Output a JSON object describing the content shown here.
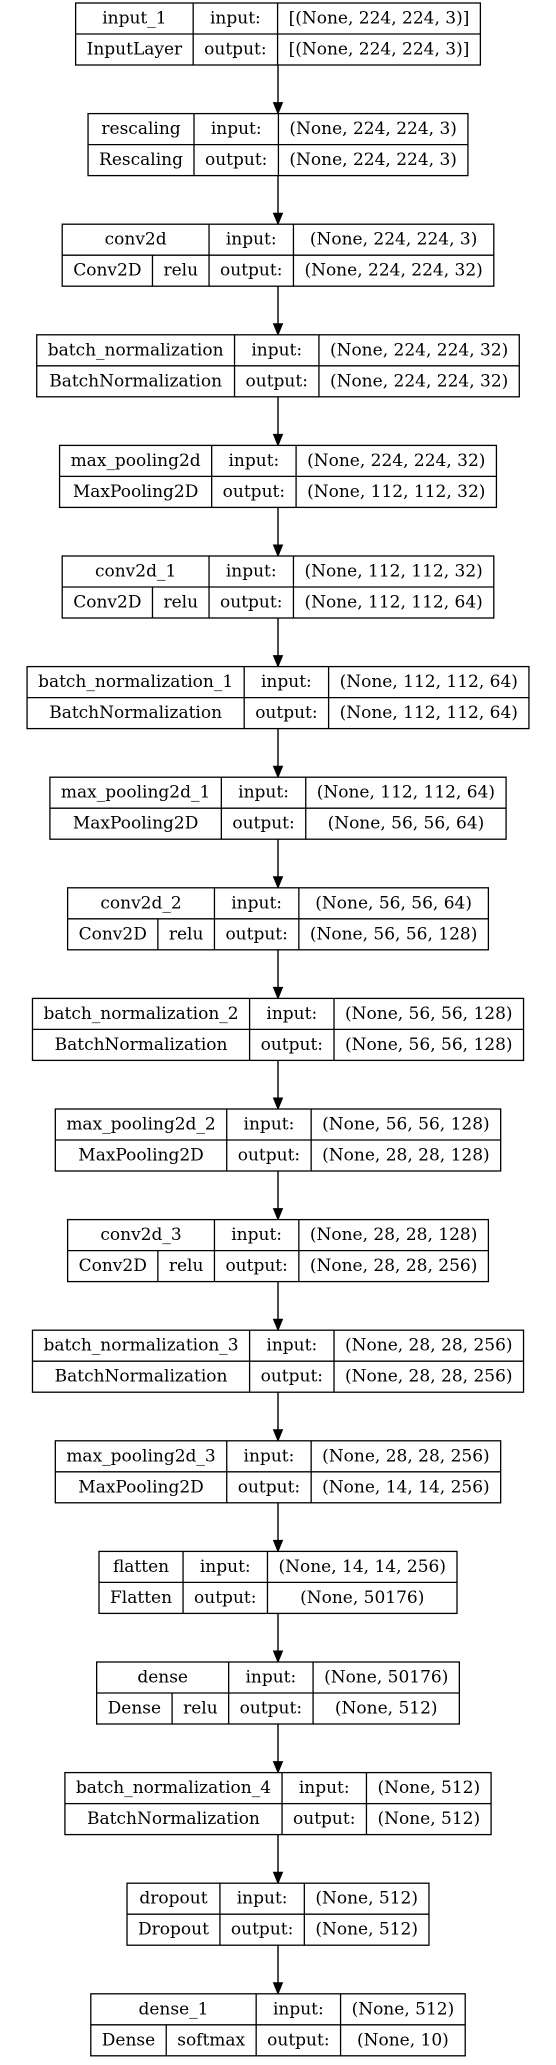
{
  "labels": {
    "input": "input:",
    "output": "output:"
  },
  "colors": {
    "stroke": "#000000",
    "background": "#ffffff"
  },
  "layers": [
    {
      "name": "input_1",
      "type": "InputLayer",
      "activation": "",
      "input": "[(None, 224, 224, 3)]",
      "output": "[(None, 224, 224, 3)]"
    },
    {
      "name": "rescaling",
      "type": "Rescaling",
      "activation": "",
      "input": "(None, 224, 224, 3)",
      "output": "(None, 224, 224, 3)"
    },
    {
      "name": "conv2d",
      "type": "Conv2D",
      "activation": "relu",
      "input": "(None, 224, 224, 3)",
      "output": "(None, 224, 224, 32)"
    },
    {
      "name": "batch_normalization",
      "type": "BatchNormalization",
      "activation": "",
      "input": "(None, 224, 224, 32)",
      "output": "(None, 224, 224, 32)"
    },
    {
      "name": "max_pooling2d",
      "type": "MaxPooling2D",
      "activation": "",
      "input": "(None, 224, 224, 32)",
      "output": "(None, 112, 112, 32)"
    },
    {
      "name": "conv2d_1",
      "type": "Conv2D",
      "activation": "relu",
      "input": "(None, 112, 112, 32)",
      "output": "(None, 112, 112, 64)"
    },
    {
      "name": "batch_normalization_1",
      "type": "BatchNormalization",
      "activation": "",
      "input": "(None, 112, 112, 64)",
      "output": "(None, 112, 112, 64)"
    },
    {
      "name": "max_pooling2d_1",
      "type": "MaxPooling2D",
      "activation": "",
      "input": "(None, 112, 112, 64)",
      "output": "(None, 56, 56, 64)"
    },
    {
      "name": "conv2d_2",
      "type": "Conv2D",
      "activation": "relu",
      "input": "(None, 56, 56, 64)",
      "output": "(None, 56, 56, 128)"
    },
    {
      "name": "batch_normalization_2",
      "type": "BatchNormalization",
      "activation": "",
      "input": "(None, 56, 56, 128)",
      "output": "(None, 56, 56, 128)"
    },
    {
      "name": "max_pooling2d_2",
      "type": "MaxPooling2D",
      "activation": "",
      "input": "(None, 56, 56, 128)",
      "output": "(None, 28, 28, 128)"
    },
    {
      "name": "conv2d_3",
      "type": "Conv2D",
      "activation": "relu",
      "input": "(None, 28, 28, 128)",
      "output": "(None, 28, 28, 256)"
    },
    {
      "name": "batch_normalization_3",
      "type": "BatchNormalization",
      "activation": "",
      "input": "(None, 28, 28, 256)",
      "output": "(None, 28, 28, 256)"
    },
    {
      "name": "max_pooling2d_3",
      "type": "MaxPooling2D",
      "activation": "",
      "input": "(None, 28, 28, 256)",
      "output": "(None, 14, 14, 256)"
    },
    {
      "name": "flatten",
      "type": "Flatten",
      "activation": "",
      "input": "(None, 14, 14, 256)",
      "output": "(None, 50176)"
    },
    {
      "name": "dense",
      "type": "Dense",
      "activation": "relu",
      "input": "(None, 50176)",
      "output": "(None, 512)"
    },
    {
      "name": "batch_normalization_4",
      "type": "BatchNormalization",
      "activation": "",
      "input": "(None, 512)",
      "output": "(None, 512)"
    },
    {
      "name": "dropout",
      "type": "Dropout",
      "activation": "",
      "input": "(None, 512)",
      "output": "(None, 512)"
    },
    {
      "name": "dense_1",
      "type": "Dense",
      "activation": "softmax",
      "input": "(None, 512)",
      "output": "(None, 10)"
    }
  ]
}
